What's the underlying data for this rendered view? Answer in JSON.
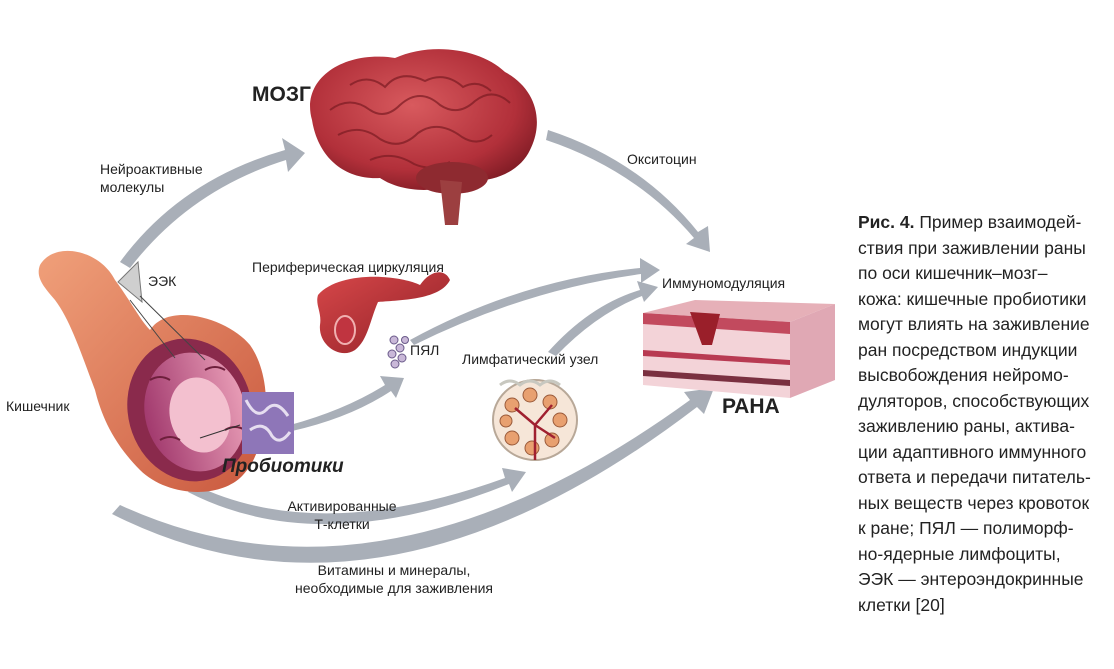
{
  "labels": {
    "brain": "МОЗГ",
    "wound": "РАНА",
    "gut": "Кишечник",
    "probiotics": "Пробиотики",
    "neuroactive_1": "Нейроактивные",
    "neuroactive_2": "молекулы",
    "eek": "ЭЭК",
    "oxytocin": "Окситоцин",
    "peripheral_circulation": "Периферическая циркуляция",
    "pyal": "ПЯЛ",
    "immunomodulation": "Иммуномодуляция",
    "lymph_node": "Лимфатический узел",
    "activated_t_1": "Активированные",
    "activated_t_2": "Т-клетки",
    "vitamins_1": "Витамины и минералы,",
    "vitamins_2": "необходимые для заживления"
  },
  "caption": {
    "prefix": "Рис. 4.",
    "lines": [
      " Пример взаимодей-",
      "ствия при заживлении раны",
      "по оси кишечник–мозг–",
      "кожа: кишечные пробиотики",
      "могут влиять на заживление",
      "ран посредством индукции",
      "высвобождения нейромо-",
      "дуляторов, способствующих",
      "заживлению раны, актива-",
      "ции адаптивного иммунного",
      "ответа и передачи питатель-",
      "ных веществ через кровоток",
      "к ране; ПЯЛ — полиморф-",
      "но-ядерные лимфоциты,",
      "ЭЭК — энтероэндокринные",
      "клетки [20]"
    ]
  },
  "colors": {
    "arrow": "#a9afb8",
    "brain": "#b8333a",
    "gut": "#d9785a",
    "wound_top": "#c24a5e",
    "wound_layer": "#f0c4cc"
  }
}
